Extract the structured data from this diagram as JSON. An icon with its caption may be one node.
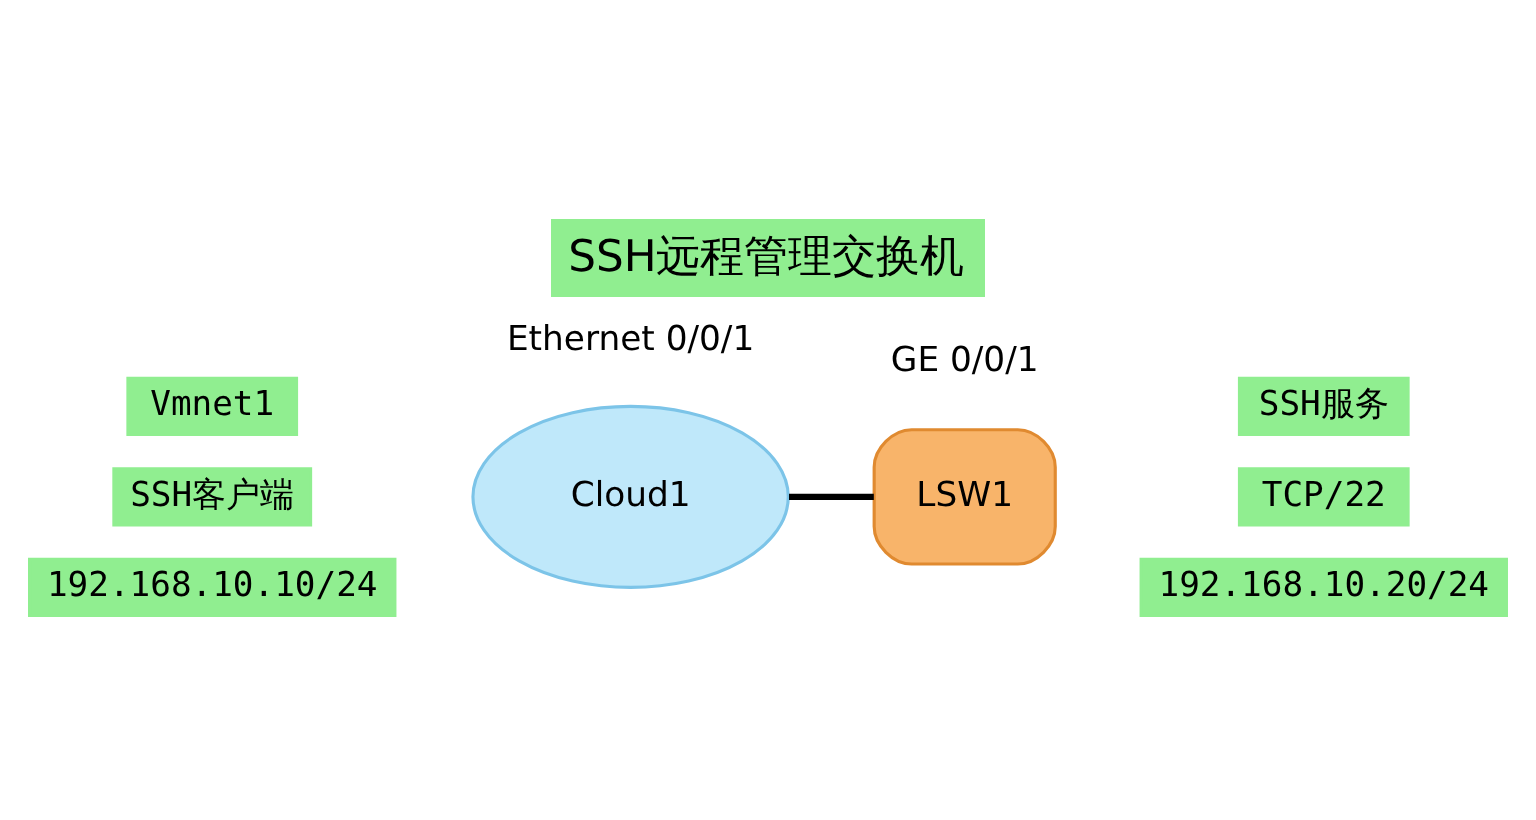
{
  "diagram": {
    "title": "SSH远程管理交换机",
    "nodes": [
      {
        "text": [
          "Cloud1"
        ]
      },
      {
        "text": [
          "LSW1"
        ]
      }
    ],
    "edges": [
      {
        "from": 0,
        "to": 1,
        "arrow": "none"
      }
    ],
    "labels": [
      "SSH服务",
      "GE 0/0/1",
      "Ethernet 0/0/1",
      "TCP/22",
      "Vmnet1",
      "SSH客户端",
      "192.168.10.20/24",
      "192.168.10.10/24"
    ]
  }
}
